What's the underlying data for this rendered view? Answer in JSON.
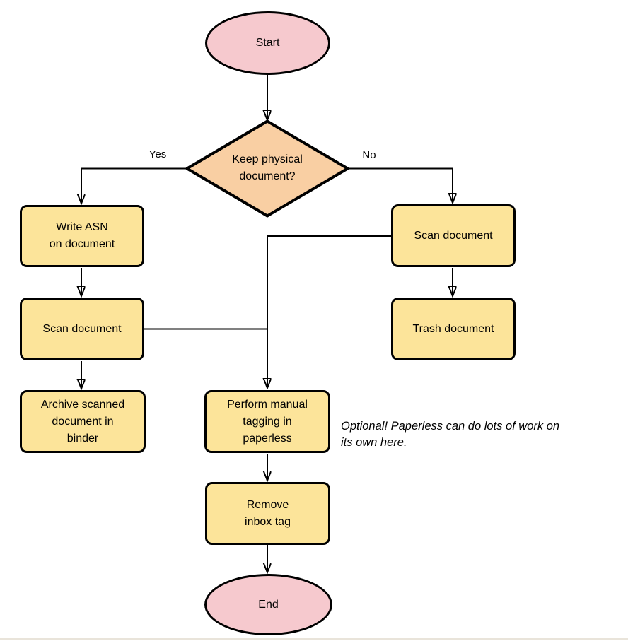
{
  "colors": {
    "terminator_fill": "#F6C9CE",
    "decision_fill": "#F9CFA3",
    "process_fill": "#FCE49A",
    "stroke": "#000000"
  },
  "nodes": {
    "start": {
      "type": "terminator",
      "lines": [
        "Start"
      ]
    },
    "decision": {
      "type": "decision",
      "lines": [
        "Keep physical",
        "document?"
      ]
    },
    "write_asn": {
      "type": "process",
      "lines": [
        "Write ASN",
        "on document"
      ]
    },
    "scan_left": {
      "type": "process",
      "lines": [
        "Scan document"
      ]
    },
    "archive": {
      "type": "process",
      "lines": [
        "Archive scanned",
        "document in",
        "binder"
      ]
    },
    "scan_right": {
      "type": "process",
      "lines": [
        "Scan document"
      ]
    },
    "trash": {
      "type": "process",
      "lines": [
        "Trash document"
      ]
    },
    "tagging": {
      "type": "process",
      "lines": [
        "Perform manual",
        "tagging in",
        "paperless"
      ]
    },
    "remove_inbox": {
      "type": "process",
      "lines": [
        "Remove",
        "inbox tag"
      ]
    },
    "end": {
      "type": "terminator",
      "lines": [
        "End"
      ]
    }
  },
  "edges": {
    "yes_label": "Yes",
    "no_label": "No"
  },
  "annotation": {
    "lines": [
      "Optional! Paperless can do lots of work on",
      "its own here."
    ]
  }
}
